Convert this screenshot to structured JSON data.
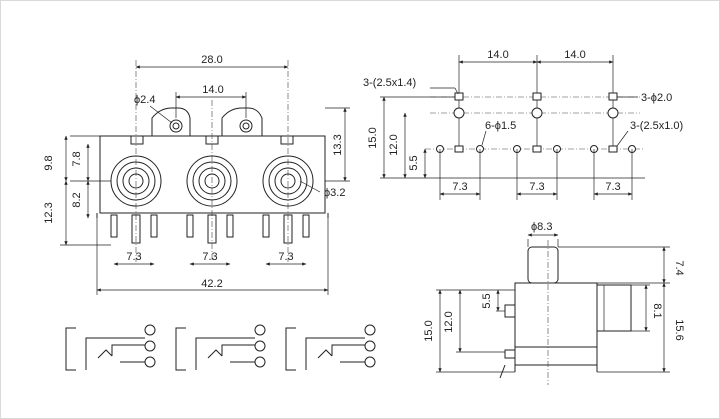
{
  "front_view": {
    "top_width": "28.0",
    "boss_pitch": "14.0",
    "boss_hole": "ϕ2.4",
    "left_height_1": "9.8",
    "left_height_2": "7.8",
    "left_height_3": "8.2",
    "left_height_4": "12.3",
    "right_height": "13.3",
    "jack_diameter": "ϕ3.2",
    "pin_pitch_1": "7.3",
    "pin_pitch_2": "7.3",
    "pin_pitch_3": "7.3",
    "overall_width": "42.2"
  },
  "pcb_layout": {
    "pitch_1": "14.0",
    "pitch_2": "14.0",
    "slot_1": "3-(2.5x1.4)",
    "hole_1": "3-ϕ2.0",
    "hole_2": "6-ϕ1.5",
    "slot_2": "3-(2.5x1.0)",
    "height_1": "15.0",
    "height_2": "12.0",
    "height_3": "5.5",
    "spacing_1": "7.3",
    "spacing_2": "7.3",
    "spacing_3": "7.3"
  },
  "side_view": {
    "top_diameter": "ϕ8.3",
    "top_height": "7.4",
    "dim_a": "5.5",
    "dim_b": "12.0",
    "dim_c": "15.0",
    "dim_d": "8.1",
    "dim_e": "15.6"
  }
}
